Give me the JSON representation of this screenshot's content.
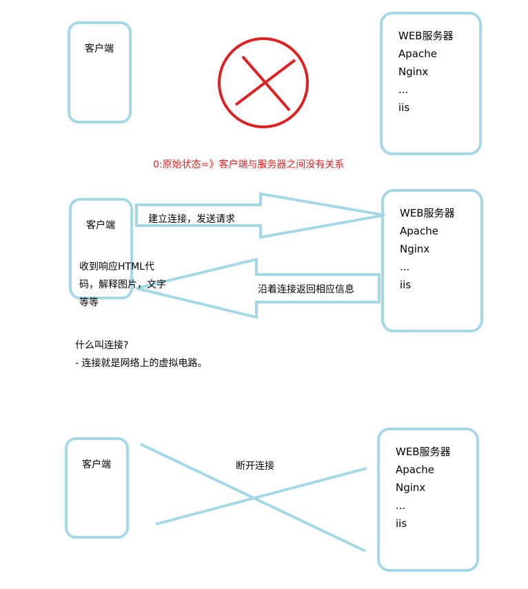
{
  "scene1": {
    "client": "客户端",
    "server_lines": [
      "WEB服务器",
      "Apache",
      "Nginx",
      "...",
      "iis"
    ],
    "caption": "0:原始状态=》客户端与服务器之间没有关系"
  },
  "scene2": {
    "client": "客户端",
    "server_lines": [
      "WEB服务器",
      "Apache",
      "Nginx",
      "...",
      "iis"
    ],
    "request_label": "建立连接，发送请求",
    "response_label": "沿着连接返回相应信息",
    "client_note_lines": [
      "收到响应HTML代",
      "码，解释图片，文字",
      "等等"
    ]
  },
  "explain": {
    "question": "什么叫连接?",
    "answer": "- 连接就是网络上的虚拟电路。"
  },
  "scene3": {
    "client": "客户端",
    "server_lines": [
      "WEB服务器",
      "Apache",
      "Nginx",
      "...",
      "iis"
    ],
    "label": "断开连接"
  },
  "colors": {
    "box_stroke": "#a5d8e6",
    "cross_red": "#e02020",
    "caption_red": "#e02020"
  }
}
